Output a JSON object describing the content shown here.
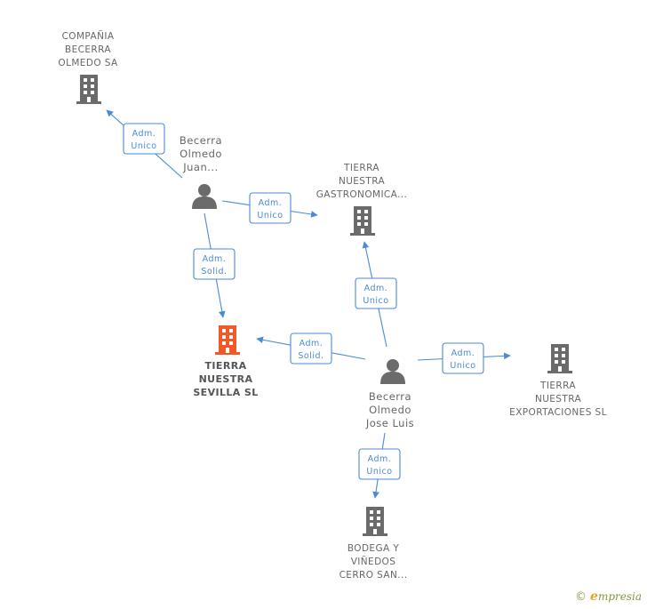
{
  "colors": {
    "edge": "#4a8ad6",
    "company_icon": "#6b6b6b",
    "focus_icon": "#f05a2b",
    "person_icon": "#6b6b6b",
    "brand": "#7f9a3e"
  },
  "nodes": {
    "compania": {
      "lines": [
        "COMPAÑIA",
        "BECERRA",
        "OLMEDO SA"
      ]
    },
    "becerra_juan": {
      "lines": [
        "Becerra",
        "Olmedo",
        "Juan..."
      ]
    },
    "tierra_gastro": {
      "lines": [
        "TIERRA",
        "NUESTRA",
        "GASTRONOMICA..."
      ]
    },
    "tierra_sevilla": {
      "lines": [
        "TIERRA",
        "NUESTRA",
        "SEVILLA SL"
      ]
    },
    "becerra_jose": {
      "lines": [
        "Becerra",
        "Olmedo",
        "Jose Luis"
      ]
    },
    "tierra_export": {
      "lines": [
        "TIERRA",
        "NUESTRA",
        "EXPORTACIONES SL"
      ]
    },
    "bodega": {
      "lines": [
        "BODEGA Y",
        "VIÑEDOS",
        "CERRO SAN..."
      ]
    }
  },
  "edges": [
    {
      "id": "juan-compania",
      "lines": [
        "Adm.",
        "Unico"
      ]
    },
    {
      "id": "juan-gastro",
      "lines": [
        "Adm.",
        "Unico"
      ]
    },
    {
      "id": "juan-sevilla",
      "lines": [
        "Adm.",
        "Solid."
      ]
    },
    {
      "id": "jose-gastro",
      "lines": [
        "Adm.",
        "Unico"
      ]
    },
    {
      "id": "jose-sevilla",
      "lines": [
        "Adm.",
        "Solid."
      ]
    },
    {
      "id": "jose-export",
      "lines": [
        "Adm.",
        "Unico"
      ]
    },
    {
      "id": "jose-bodega",
      "lines": [
        "Adm.",
        "Unico"
      ]
    }
  ],
  "footer": {
    "copyright": "©",
    "brand_initial": "e",
    "brand_rest": "mpresia"
  }
}
